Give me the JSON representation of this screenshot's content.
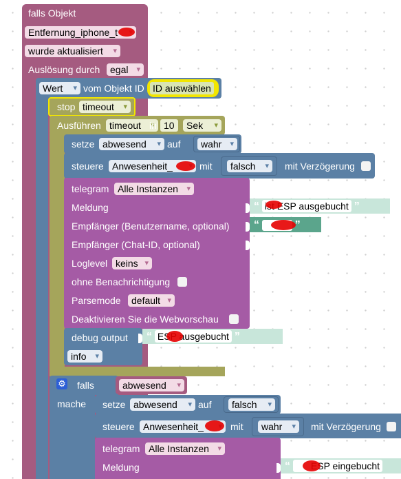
{
  "trigger": {
    "title": "falls Objekt",
    "object_id": "Entfernung_iphone_t",
    "condition": "wurde aktualisiert",
    "trigger_by_label": "Auslösung durch",
    "trigger_by_value": "egal"
  },
  "value_block": {
    "label": "Wert",
    "from_object": "vom Objekt ID",
    "select_id": "ID auswählen"
  },
  "stop_block": {
    "label": "stop",
    "value": "timeout"
  },
  "execute_block": {
    "label": "Ausführen",
    "name": "timeout",
    "in_label": "in",
    "amount": "10",
    "unit": "Sek"
  },
  "set1": {
    "label": "setze",
    "var": "abwesend",
    "on": "auf",
    "value": "wahr"
  },
  "control1": {
    "label": "steuere",
    "object": "Anwesenheit_",
    "with": "mit",
    "value": "falsch",
    "delay": "mit Verzögerung"
  },
  "telegram1": {
    "label": "telegram",
    "instance": "Alle Instanzen",
    "message_label": "Meldung",
    "message_text": "ist ESP ausgebucht",
    "recipient_user_label": "Empfänger (Benutzername, optional)",
    "recipient_chat_label": "Empfänger (Chat-ID, optional)",
    "loglevel_label": "Loglevel",
    "loglevel_value": "keins",
    "silent_label": "ohne Benachrichtigung",
    "parsemode_label": "Parsemode",
    "parsemode_value": "default",
    "preview_label": "Deaktivieren Sie die Webvorschau"
  },
  "debug": {
    "label": "debug output",
    "text": "ESP ausgebucht",
    "level": "info"
  },
  "if_block": {
    "label": "falls",
    "var": "abwesend",
    "do_label": "mache"
  },
  "set2": {
    "label": "setze",
    "var": "abwesend",
    "on": "auf",
    "value": "falsch"
  },
  "control2": {
    "label": "steuere",
    "object": "Anwesenheit_",
    "with": "mit",
    "value": "wahr",
    "delay": "mit Verzögerung"
  },
  "telegram2": {
    "label": "telegram",
    "instance": "Alle Instanzen",
    "message_label": "Meldung",
    "message_text": "ESP eingebucht"
  },
  "quote_open": "“",
  "quote_close": "”",
  "colors": {
    "trigger": "#a55b80",
    "value": "#5b80a5",
    "stop": "#a5a55b",
    "telegram": "#a55ba5",
    "string": "#5ba58c",
    "highlight": "#f2e600"
  }
}
